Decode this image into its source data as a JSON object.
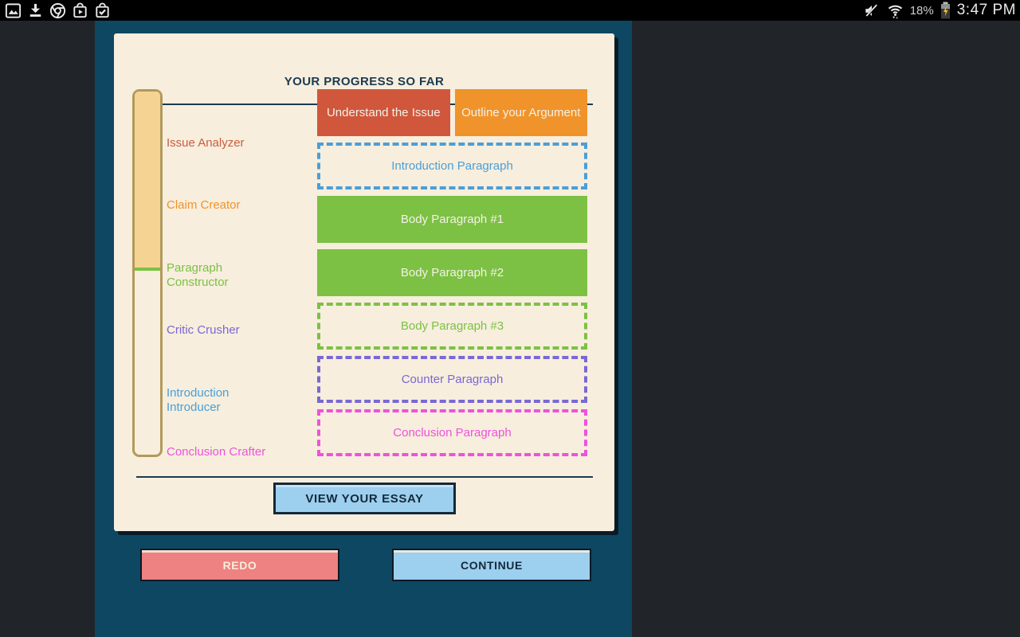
{
  "status_bar": {
    "left_icons": [
      {
        "name": "gallery"
      },
      {
        "name": "download"
      },
      {
        "name": "chrome"
      },
      {
        "name": "play-store"
      },
      {
        "name": "bag-check"
      }
    ],
    "right": {
      "mute_icon": "volume-muted",
      "wifi_icon": "wifi-with-activity-arrows",
      "battery_percent": "18%",
      "battery_icon": "battery-charging",
      "time": "3:47 PM"
    }
  },
  "progress_card": {
    "title": "YOUR PROGRESS SO FAR",
    "milestones": [
      {
        "label": "Issue Analyzer",
        "color": "#cd5b40"
      },
      {
        "label": "Claim Creator",
        "color": "#f0932b"
      },
      {
        "label": "Paragraph Constructor",
        "color": "#7cc143"
      },
      {
        "label": "Critic Crusher",
        "color": "#7a68d4"
      },
      {
        "label": "Introduction Introducer",
        "color": "#4a9fd8"
      },
      {
        "label": "Conclusion Crafter",
        "color": "#ee52dc"
      }
    ],
    "steps": [
      {
        "label": "Understand the Issue",
        "status": "complete",
        "color": "#d0573c"
      },
      {
        "label": "Outline your Argument",
        "status": "complete",
        "color": "#f0932b"
      },
      {
        "label": "Introduction Paragraph",
        "status": "pending",
        "color": "#4a9fd8"
      },
      {
        "label": "Body Paragraph #1",
        "status": "complete",
        "color": "#7cc143"
      },
      {
        "label": "Body Paragraph #2",
        "status": "complete",
        "color": "#7cc143"
      },
      {
        "label": "Body Paragraph #3",
        "status": "pending",
        "color": "#7cc143"
      },
      {
        "label": "Counter Paragraph",
        "status": "pending",
        "color": "#7a68d4"
      },
      {
        "label": "Conclusion Paragraph",
        "status": "pending",
        "color": "#ee52dc"
      }
    ],
    "view_essay_button": "VIEW YOUR ESSAY"
  },
  "footer": {
    "redo_button": "REDO",
    "continue_button": "CONTINUE"
  },
  "colors": {
    "status_bar_bg": "#000000",
    "page_bg": "#212529",
    "panel_bg": "#0e4762",
    "card_bg": "#f7eedd",
    "card_shadow": "#0a1b26",
    "title_text": "#1b3a51",
    "progress_fill": "#f5d493",
    "progress_border": "#b2995c",
    "progress_marker": "#7cc143",
    "light_blue_button": "#9dcfef",
    "salmon_button": "#ee8181",
    "button_border": "#0a1b26"
  }
}
